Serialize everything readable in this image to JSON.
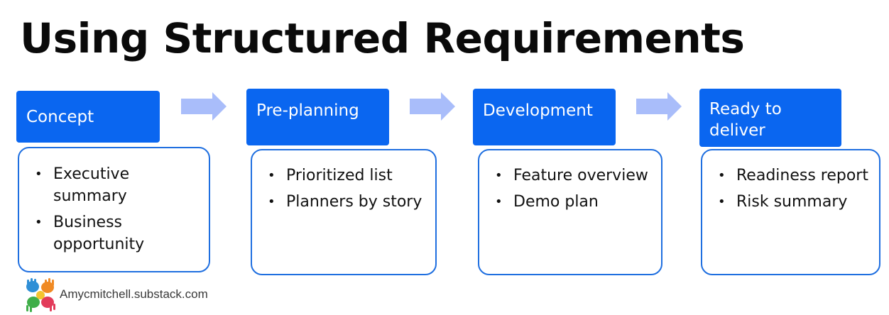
{
  "title": "Using Structured Requirements",
  "colors": {
    "header_fill": "#0a66f0",
    "header_text": "#ffffff",
    "box_border": "#1f6fe0",
    "arrow_fill": "#a9bdfa"
  },
  "stages": [
    {
      "label": "Concept",
      "items": [
        "Executive summary",
        "Business opportunity"
      ]
    },
    {
      "label": "Pre-planning",
      "items": [
        "Prioritized list",
        "Planners by story"
      ]
    },
    {
      "label": "Development",
      "items": [
        "Feature overview",
        "Demo plan"
      ]
    },
    {
      "label": "Ready to deliver",
      "items": [
        "Readiness report",
        "Risk summary"
      ]
    }
  ],
  "footer": {
    "logo_icon": "hands-logo-icon",
    "site": "Amycmitchell.substack.com"
  }
}
